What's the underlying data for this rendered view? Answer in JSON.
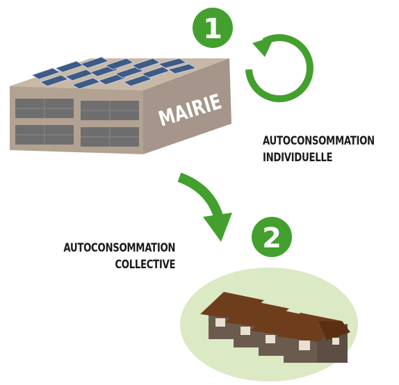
{
  "building": {
    "label": "MAIRIE"
  },
  "steps": [
    {
      "number": "1",
      "caption": [
        "AUTOCONSOMMATION",
        "INDIVIDUELLE"
      ]
    },
    {
      "number": "2",
      "caption": [
        "AUTOCONSOMMATION",
        "COLLECTIVE"
      ]
    }
  ],
  "colors": {
    "accent": "#43a02e",
    "building_front": "#b3a393",
    "building_side": "#a6968a",
    "roof": "#c8b8a6",
    "window": "#6e6e6e",
    "panel": "#3e5a86",
    "house_wall": "#6b5b4f",
    "house_roof": "#6e3d1c",
    "ground": "#dbe9c4"
  }
}
